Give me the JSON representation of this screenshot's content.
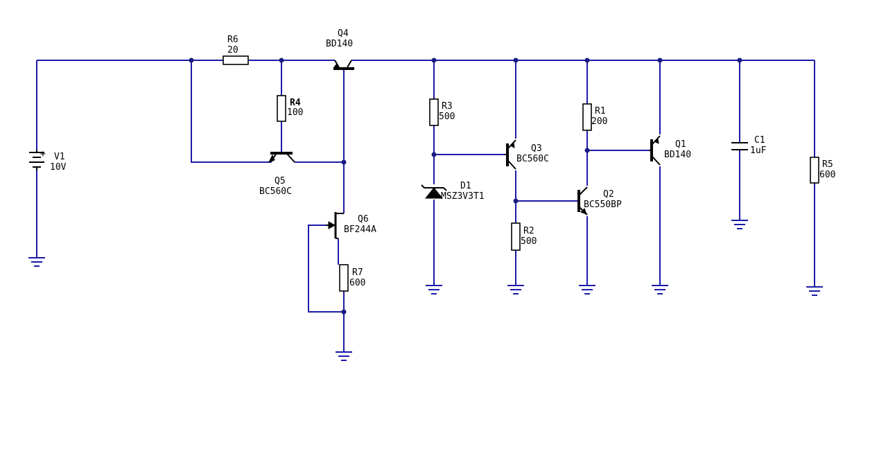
{
  "components": {
    "V1": {
      "ref": "V1",
      "value": "10V",
      "polarity": "+"
    },
    "R6": {
      "ref": "R6",
      "value": "20"
    },
    "Q4": {
      "ref": "Q4",
      "value": "BD140"
    },
    "R4": {
      "ref": "R4",
      "value": "100"
    },
    "Q5": {
      "ref": "Q5",
      "value": "BC560C"
    },
    "Q6": {
      "ref": "Q6",
      "value": "BF244A"
    },
    "R7": {
      "ref": "R7",
      "value": "600"
    },
    "R3": {
      "ref": "R3",
      "value": "500"
    },
    "D1": {
      "ref": "D1",
      "value": "MSZ3V3T1"
    },
    "Q3": {
      "ref": "Q3",
      "value": "BC560C"
    },
    "R2": {
      "ref": "R2",
      "value": "500"
    },
    "R1": {
      "ref": "R1",
      "value": "200"
    },
    "Q2": {
      "ref": "Q2",
      "value": "BC550BP"
    },
    "Q1": {
      "ref": "Q1",
      "value": "BD140"
    },
    "C1": {
      "ref": "C1",
      "value": "1uF"
    },
    "R5": {
      "ref": "R5",
      "value": "600"
    }
  },
  "colors": {
    "wire": "#1a1aa8",
    "component": "#000000",
    "junction": "#1a1a80",
    "background": "#ffffff"
  }
}
